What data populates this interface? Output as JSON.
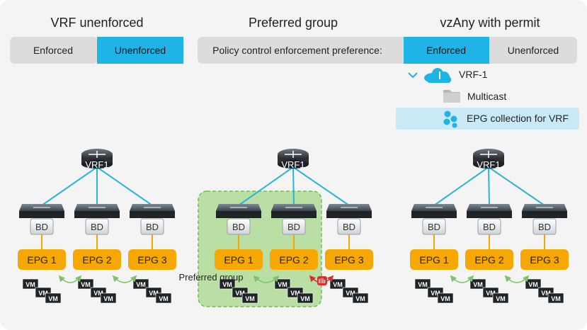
{
  "sections": {
    "left": {
      "title": "VRF unenforced",
      "toggle": {
        "enforced": "Enforced",
        "unenforced": "Unenforced"
      }
    },
    "middle": {
      "title": "Preferred group",
      "policy_label": "Policy control enforcement preference:",
      "overlay_label": "Preferred group"
    },
    "right": {
      "title": "vzAny with permit",
      "toggle": {
        "enforced": "Enforced",
        "unenforced": "Unenforced"
      }
    }
  },
  "tree": {
    "vrf": "VRF-1",
    "multicast": "Multicast",
    "epg_collection": "EPG collection for VRF"
  },
  "labels": {
    "router": "VRF1",
    "bd": "BD",
    "vm": "VM",
    "epgs": [
      "EPG 1",
      "EPG 2",
      "EPG 3"
    ]
  },
  "colors": {
    "accent": "#1fb4e6",
    "epg": "#f6a800",
    "preferred_group": "#8fd06a",
    "permit_arrow": "#7cc36a",
    "deny_arrow": "#d9302c",
    "link": "#29b3d6"
  }
}
